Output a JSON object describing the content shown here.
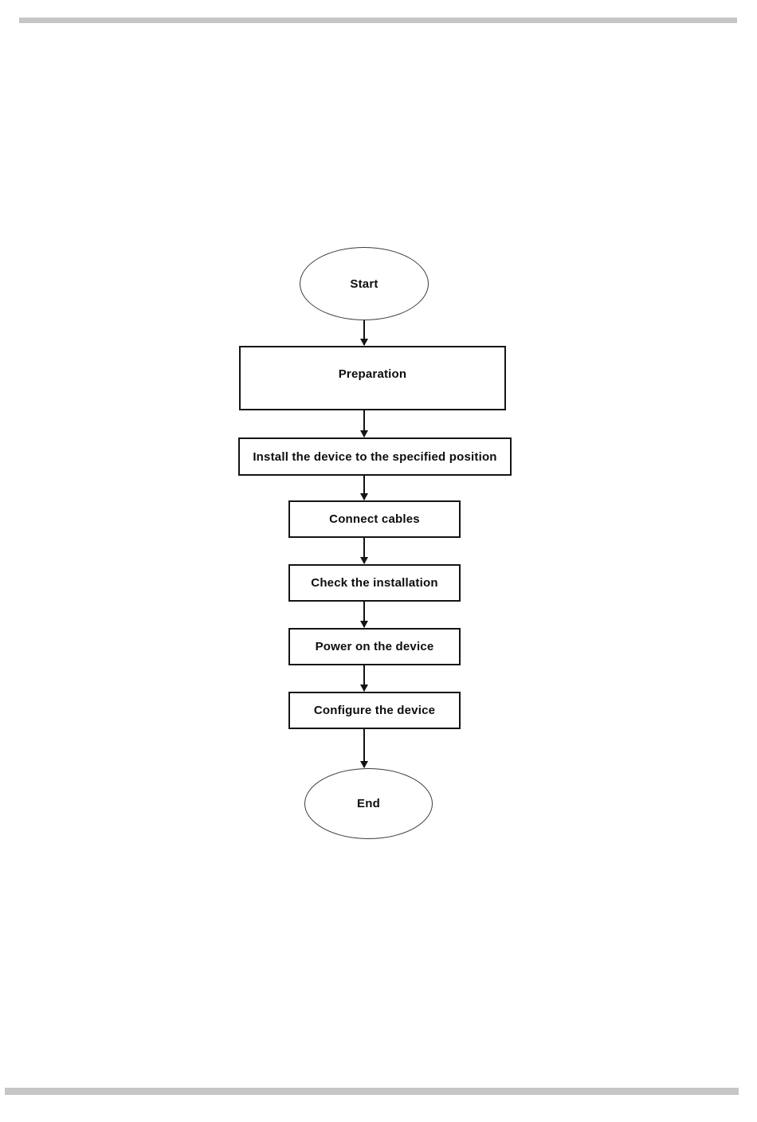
{
  "page": {
    "background": "#ffffff",
    "rules": {
      "top_color": "#c6c6c6",
      "bottom_color": "#c6c6c6"
    }
  },
  "flowchart": {
    "line_color": "#141414",
    "nodes": [
      {
        "type": "terminator",
        "label": "Start"
      },
      {
        "type": "process",
        "label": "Preparation"
      },
      {
        "type": "process",
        "label": "Install the device to the specified position"
      },
      {
        "type": "process",
        "label": "Connect cables"
      },
      {
        "type": "process",
        "label": "Check the installation"
      },
      {
        "type": "process",
        "label": "Power on the device"
      },
      {
        "type": "process",
        "label": "Configure the device"
      },
      {
        "type": "terminator",
        "label": "End"
      }
    ]
  }
}
